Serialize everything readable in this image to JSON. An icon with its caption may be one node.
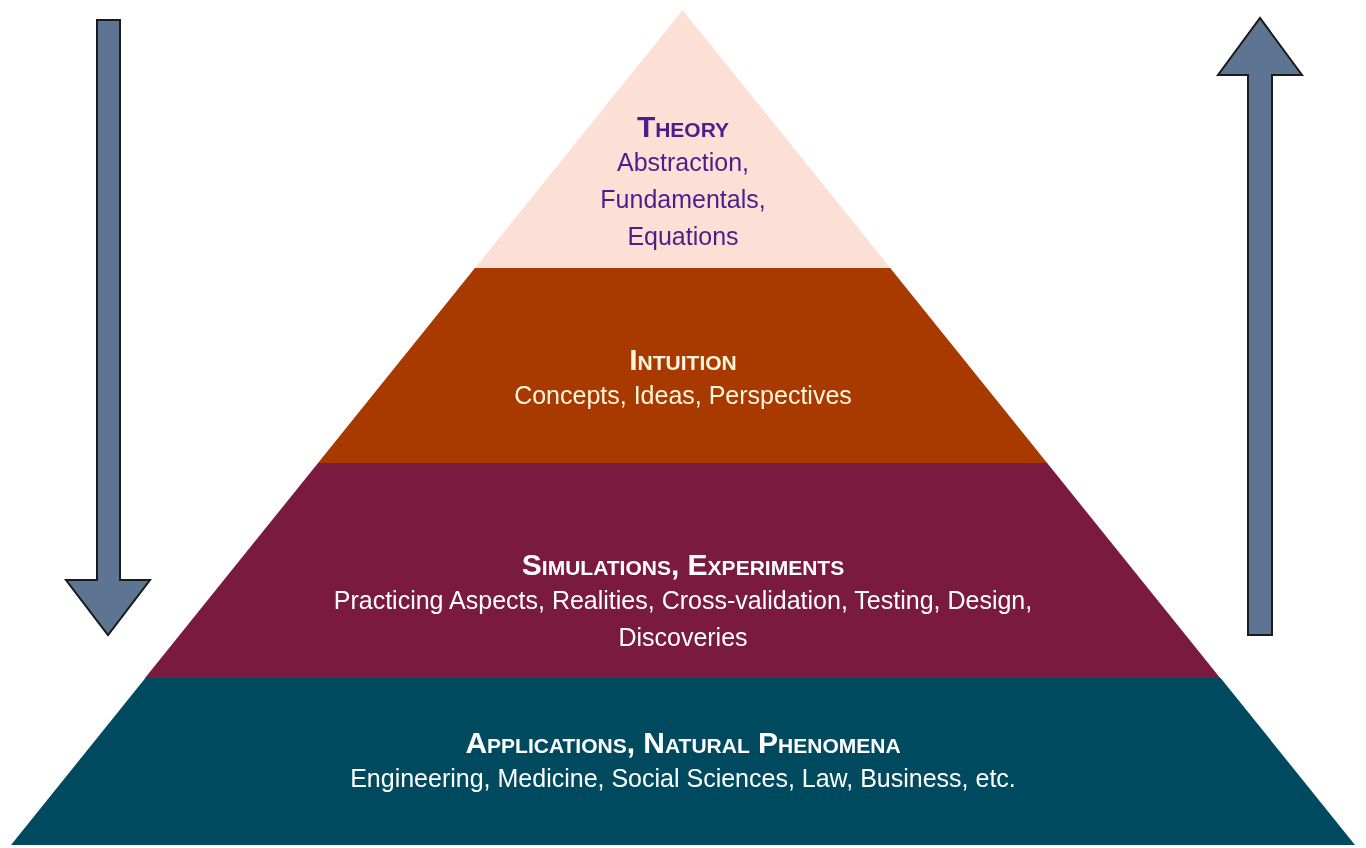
{
  "diagram": {
    "nodes": [
      {
        "text": [
          "Theory",
          "Abstraction, Fundamentals, Equations"
        ]
      },
      {
        "text": [
          "Intuition",
          "Concepts, Ideas, Perspectives"
        ]
      },
      {
        "text": [
          "Simulations, Experiments",
          "Practicing Aspects, Realities, Cross-validation, Testing, Design, Discoveries"
        ]
      },
      {
        "text": [
          "Applications, Natural Phenomena",
          "Engineering, Medicine, Social Sciences, Law, Business, etc."
        ]
      }
    ]
  }
}
